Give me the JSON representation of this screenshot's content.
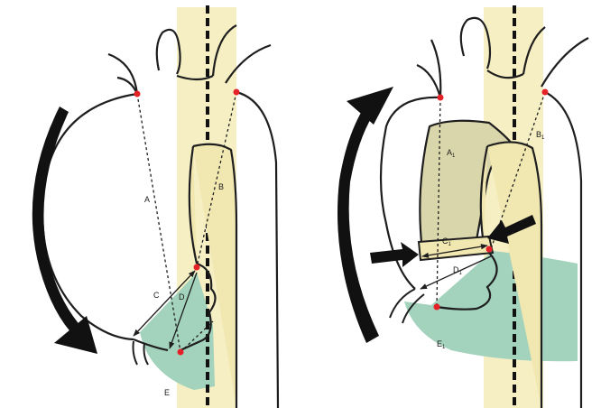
{
  "colors": {
    "spine": "#f6efc4",
    "aneurysm": "#f1e7b1",
    "excluded_segment": "#dad6ac",
    "wedge": "#a3d2bd",
    "landmark": "#e52228",
    "outline": "#1e1e1e",
    "arrow": "#111111"
  },
  "icons": {
    "rotation_arrow_left": "curved-arrow-clockwise",
    "rotation_arrow_right": "curved-arrow-counterclockwise",
    "compression_arrows": "straight-arrows-inward"
  },
  "left_panel": {
    "labels": {
      "A": "A",
      "B": "B",
      "C": "C",
      "D": "D",
      "E": "E"
    }
  },
  "right_panel": {
    "labels": {
      "A": {
        "main": "A",
        "sub": "1"
      },
      "B": {
        "main": "B",
        "sub": "1"
      },
      "C": {
        "main": "C",
        "sub": "1"
      },
      "D": {
        "main": "D",
        "sub": "1"
      },
      "E": {
        "main": "E",
        "sub": "1"
      }
    }
  }
}
